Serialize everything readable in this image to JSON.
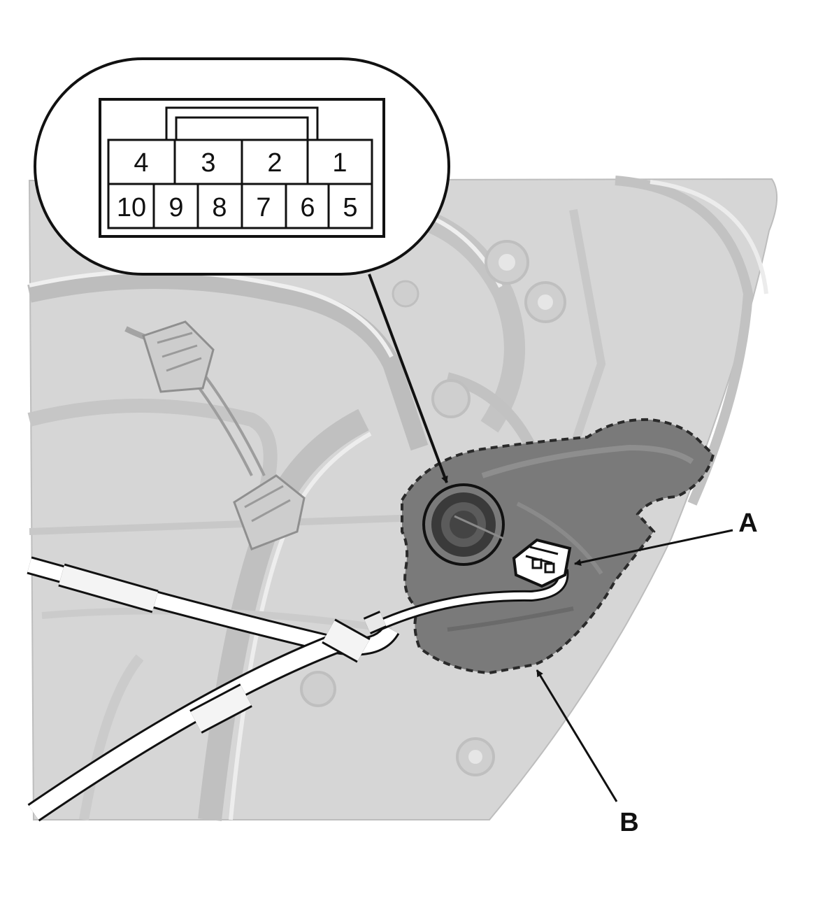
{
  "connector": {
    "top_row": [
      "4",
      "3",
      "2",
      "1"
    ],
    "bottom_row": [
      "10",
      "9",
      "8",
      "7",
      "6",
      "5"
    ]
  },
  "callouts": {
    "a": "A",
    "b": "B"
  },
  "colors": {
    "panel": "#d3d3d3",
    "panel_dark": "#a9a9a9",
    "region": "#7a7a7a",
    "line": "#111111"
  }
}
